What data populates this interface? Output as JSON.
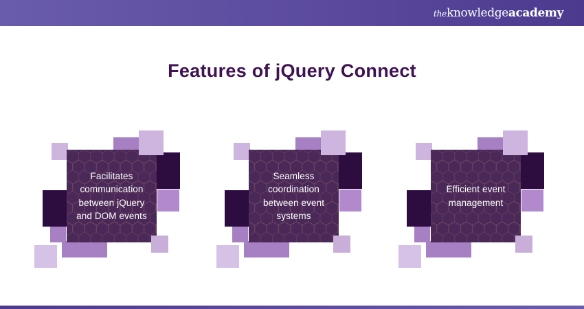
{
  "brand": {
    "the": "the",
    "knowledge": "knowledge",
    "academy": "academy"
  },
  "page": {
    "title": "Features of jQuery Connect"
  },
  "cards": [
    {
      "text": "Facilitates\ncommunication\nbetween jQuery\nand DOM events"
    },
    {
      "text": "Seamless\ncoordination\nbetween event\nsystems"
    },
    {
      "text": "Efficient event\nmanagement"
    }
  ],
  "colors": {
    "header_gradient_left": "#6a5cac",
    "header_gradient_right": "#4c3a8f",
    "title_text": "#3e1253",
    "card_main": "#4a2958",
    "card_dark_accent": "#2d0c40",
    "card_medium_accent": "#a77fc3",
    "card_light_accent": "#cdb5e0",
    "card_text": "#ffffff"
  }
}
